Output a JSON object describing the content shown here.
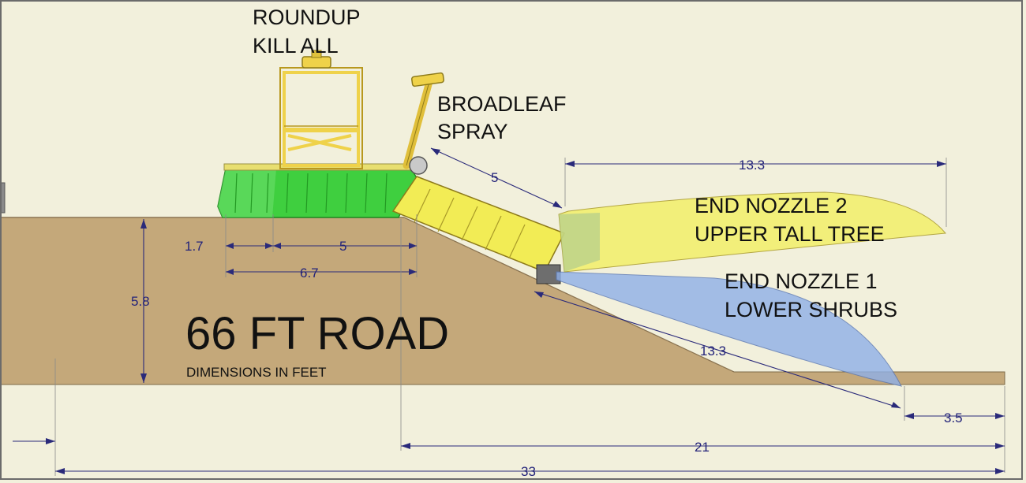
{
  "labels": {
    "roundup_line1": "ROUNDUP",
    "roundup_line2": "KILL ALL",
    "broadleaf_line1": "BROADLEAF",
    "broadleaf_line2": "SPRAY",
    "nozzle2_line1": "END NOZZLE 2",
    "nozzle2_line2": "UPPER TALL TREE",
    "nozzle1_line1": "END NOZZLE 1",
    "nozzle1_line2": "LOWER SHRUBS",
    "title": "66 FT ROAD",
    "subtitle": "DIMENSIONS IN FEET"
  },
  "dimensions": {
    "nozzle2_reach": "13.3",
    "boom_length": "5",
    "tank_offset": "1.7",
    "tank_length": "5",
    "tank_total": "6.7",
    "road_height": "5.8",
    "nozzle1_reach": "13.3",
    "overshoot": "3.5",
    "right_span": "21",
    "total_span": "33"
  },
  "colors": {
    "background": "#f2f0dc",
    "ground": "#c4a87a",
    "tank_green": "#3fcf3f",
    "tank_yellow": "#f2ec55",
    "frame_yellow": "#efd24a",
    "spray_yellow": "#f2ef6a",
    "spray_blue": "#8fb0e8",
    "dimension_ink": "#23237a"
  }
}
